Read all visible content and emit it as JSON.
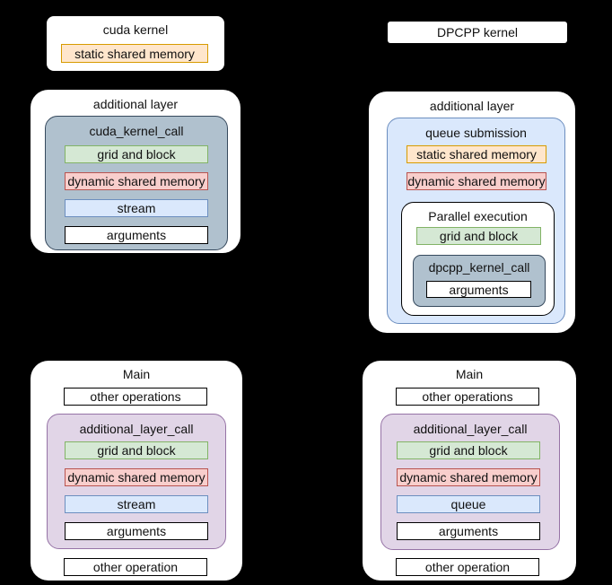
{
  "colors": {
    "orange": {
      "fill": "#ffe6cc",
      "stroke": "#d79b00"
    },
    "red": {
      "fill": "#f8cecc",
      "stroke": "#b85450"
    },
    "green": {
      "fill": "#d5e8d4",
      "stroke": "#82b366"
    },
    "blue": {
      "fill": "#dae8fc",
      "stroke": "#6c8ebf"
    },
    "white": {
      "fill": "#ffffff",
      "stroke": "#000000"
    },
    "gray_container": {
      "fill": "#b0c1ce",
      "stroke": "#36495d"
    },
    "blue_container": {
      "fill": "#dae8fc",
      "stroke": "#6c8ebf"
    },
    "purple_container": {
      "fill": "#e1d5e7",
      "stroke": "#9673a6"
    },
    "background": "#000000"
  },
  "cuda": {
    "kernel": {
      "title": "cuda kernel",
      "static_shared_memory": {
        "label": "static shared memory",
        "style": "orange"
      }
    },
    "additional_layer": {
      "title": "additional layer",
      "call": {
        "title": "cuda_kernel_call",
        "rows": [
          {
            "label": "grid and block",
            "style": "green"
          },
          {
            "label": "dynamic shared memory",
            "style": "red"
          },
          {
            "label": "stream",
            "style": "blue"
          },
          {
            "label": "arguments",
            "style": "white"
          }
        ]
      }
    },
    "main": {
      "title": "Main",
      "other_operations": {
        "label": "other operations",
        "style": "white"
      },
      "call": {
        "title": "additional_layer_call",
        "rows": [
          {
            "label": "grid and block",
            "style": "green"
          },
          {
            "label": "dynamic shared memory",
            "style": "red"
          },
          {
            "label": "stream",
            "style": "blue"
          },
          {
            "label": "arguments",
            "style": "white"
          }
        ]
      },
      "other_operation": {
        "label": "other operation",
        "style": "white"
      }
    }
  },
  "dpcpp": {
    "kernel": {
      "title": "DPCPP kernel"
    },
    "additional_layer": {
      "title": "additional layer",
      "queue_submission": {
        "title": "queue submission",
        "rows": [
          {
            "label": "static shared memory",
            "style": "orange"
          },
          {
            "label": "dynamic shared memory",
            "style": "red"
          }
        ],
        "parallel_execution": {
          "title": "Parallel execution",
          "grid_and_block": {
            "label": "grid and block",
            "style": "green"
          },
          "call": {
            "title": "dpcpp_kernel_call",
            "arguments": {
              "label": "arguments",
              "style": "white"
            }
          }
        }
      }
    },
    "main": {
      "title": "Main",
      "other_operations": {
        "label": "other operations",
        "style": "white"
      },
      "call": {
        "title": "additional_layer_call",
        "rows": [
          {
            "label": "grid and block",
            "style": "green"
          },
          {
            "label": "dynamic shared memory",
            "style": "red"
          },
          {
            "label": "queue",
            "style": "blue"
          },
          {
            "label": "arguments",
            "style": "white"
          }
        ]
      },
      "other_operation": {
        "label": "other operation",
        "style": "white"
      }
    }
  }
}
